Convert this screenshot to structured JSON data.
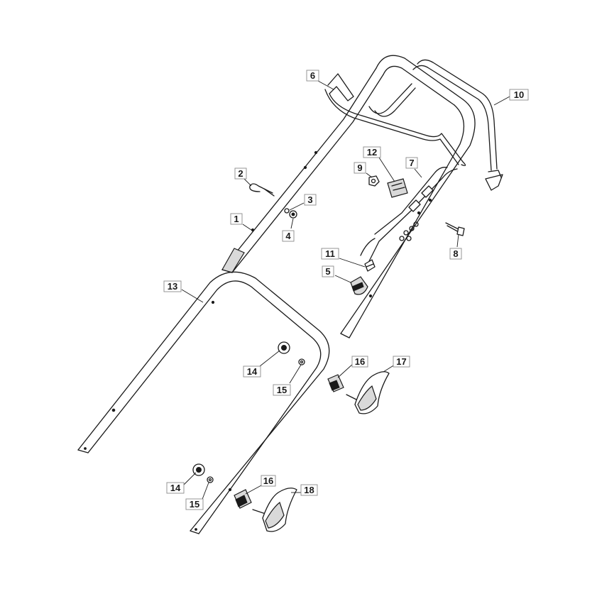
{
  "diagram": {
    "callouts": [
      {
        "id": "c1",
        "label": "1"
      },
      {
        "id": "c2",
        "label": "2"
      },
      {
        "id": "c3",
        "label": "3"
      },
      {
        "id": "c4",
        "label": "4"
      },
      {
        "id": "c5",
        "label": "5"
      },
      {
        "id": "c6",
        "label": "6"
      },
      {
        "id": "c7",
        "label": "7"
      },
      {
        "id": "c8",
        "label": "8"
      },
      {
        "id": "c9",
        "label": "9"
      },
      {
        "id": "c10",
        "label": "10"
      },
      {
        "id": "c11",
        "label": "11"
      },
      {
        "id": "c12",
        "label": "12"
      },
      {
        "id": "c13",
        "label": "13"
      },
      {
        "id": "c14a",
        "label": "14"
      },
      {
        "id": "c15a",
        "label": "15"
      },
      {
        "id": "c16a",
        "label": "16"
      },
      {
        "id": "c17",
        "label": "17"
      },
      {
        "id": "c14b",
        "label": "14"
      },
      {
        "id": "c15b",
        "label": "15"
      },
      {
        "id": "c16b",
        "label": "16"
      },
      {
        "id": "c18",
        "label": "18"
      }
    ]
  }
}
